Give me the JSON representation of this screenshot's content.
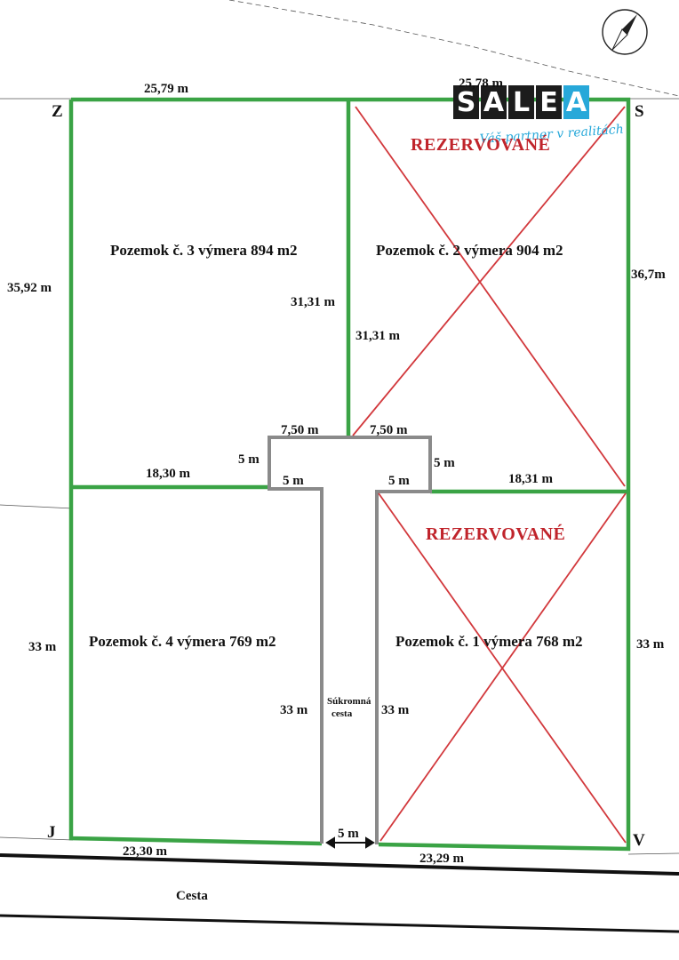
{
  "brand": {
    "letters": [
      "S",
      "A",
      "L",
      "E",
      "A"
    ],
    "tagline": "Váš partner v realitách",
    "colors": {
      "dark": "#1c1c1c",
      "accent": "#27a8d9"
    }
  },
  "corners": {
    "north_west": "Z",
    "north_east": "S",
    "south_west": "J",
    "south_east": "V"
  },
  "plots": [
    {
      "id": 3,
      "label": "Pozemok č. 3 výmera 894 m2",
      "reserved": false
    },
    {
      "id": 2,
      "label": "Pozemok č. 2 výmera 904 m2",
      "reserved": true
    },
    {
      "id": 4,
      "label": "Pozemok č. 4 výmera 769 m2",
      "reserved": false
    },
    {
      "id": 1,
      "label": "Pozemok č. 1 výmera 768 m2",
      "reserved": true
    }
  ],
  "reserved_label": "REZERVOVANÉ",
  "dimensions": {
    "top_left": "25,79 m",
    "top_right": "25,78 m",
    "left_upper": "35,92 m",
    "right_upper": "36,7m",
    "mid_left_31": "31,31 m",
    "mid_right_31": "31,31 m",
    "turn_left_750": "7,50 m",
    "turn_right_750": "7,50 m",
    "turn_left_5": "5 m",
    "turn_right_5": "5 m",
    "inner_left_5": "5 m",
    "inner_right_5": "5 m",
    "divider_left": "18,30 m",
    "divider_right": "18,31 m",
    "left_lower": "33 m",
    "right_lower": "33 m",
    "road_left": "33 m",
    "road_right": "33 m",
    "bottom_left": "23,30 m",
    "bottom_right": "23,29 m",
    "road_width": "5 m"
  },
  "private_road": {
    "line1": "Súkromná",
    "line2": "cesta"
  },
  "public_road": "Cesta",
  "colors": {
    "boundary": "#3aa345",
    "road_outline": "#8a8a8a",
    "reserved": "#c0242b"
  }
}
